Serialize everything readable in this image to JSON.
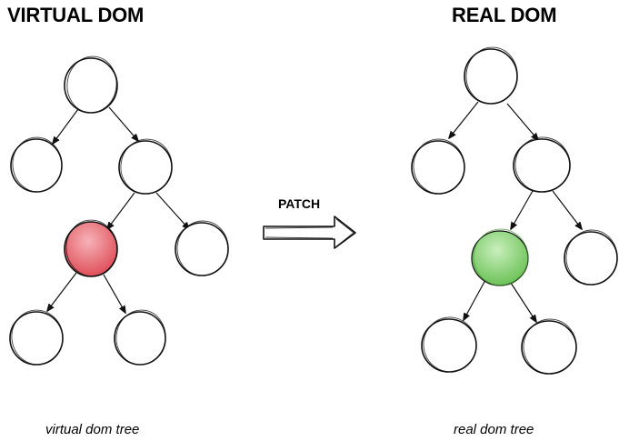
{
  "titles": {
    "virtual": "VIRTUAL DOM",
    "real": "REAL DOM"
  },
  "captions": {
    "virtual": "virtual dom tree",
    "real": "real dom tree"
  },
  "patch": {
    "label": "PATCH"
  },
  "colors": {
    "changed_virtual": "#e35a63",
    "changed_real": "#7fcf6a",
    "outline": "#111111"
  }
}
